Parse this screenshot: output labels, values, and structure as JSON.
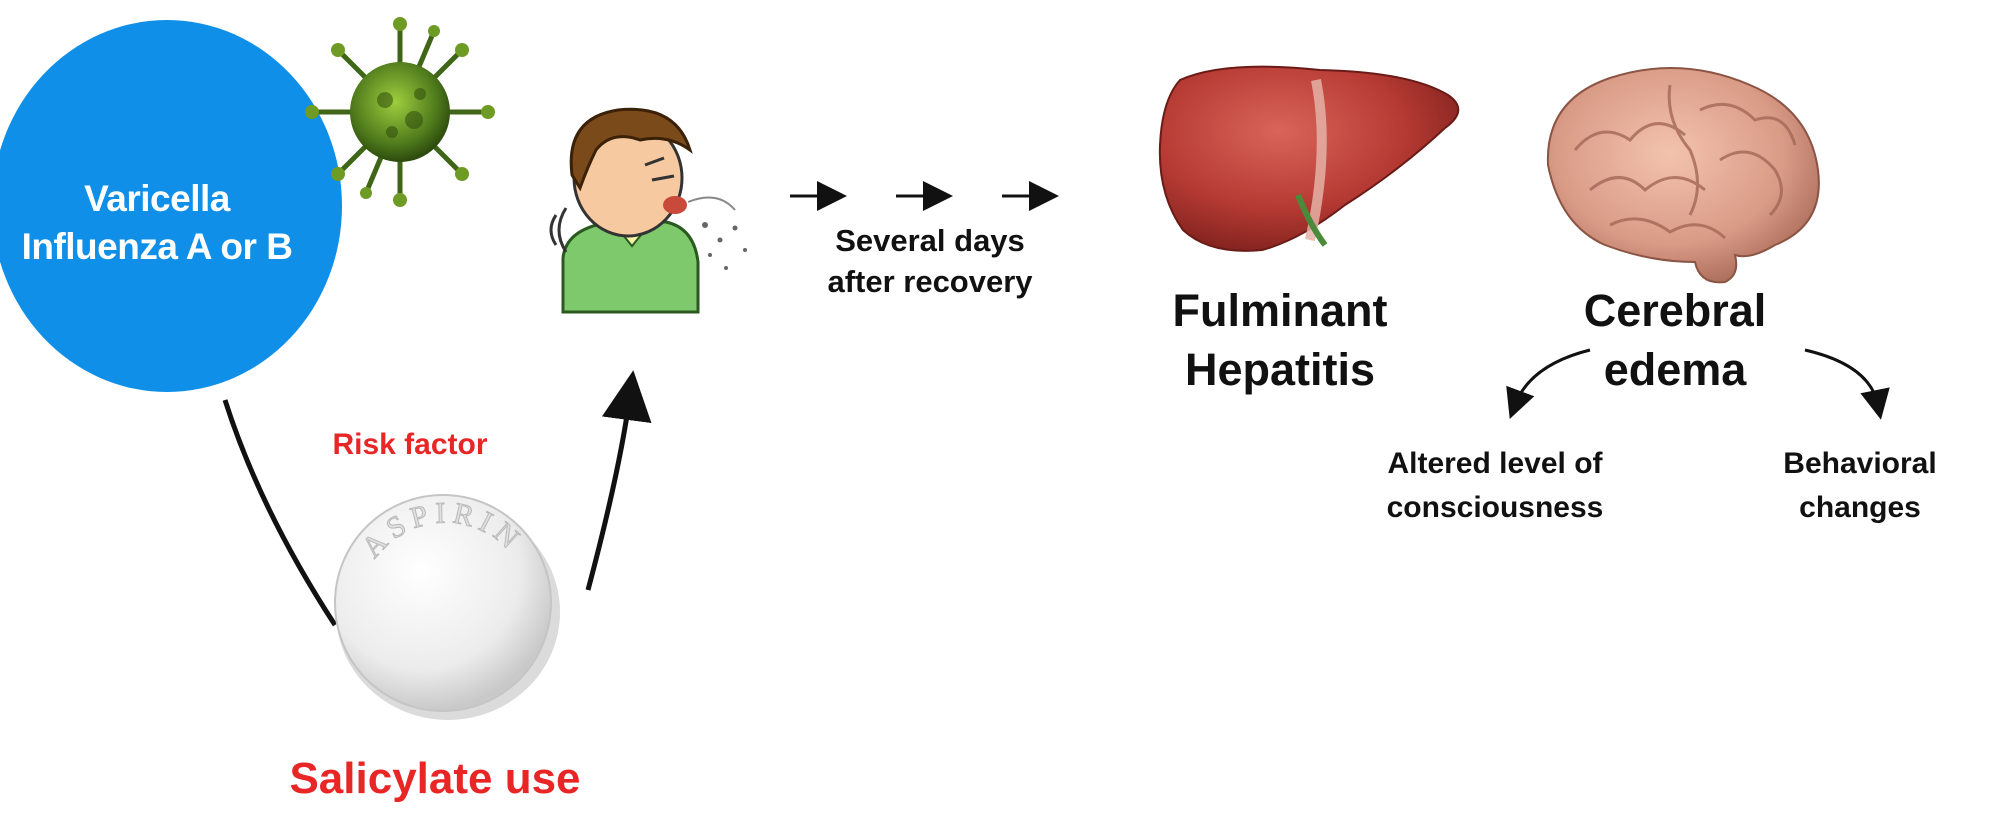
{
  "virus_circle": {
    "line1": "Varicella",
    "line2": "Influenza A or B",
    "color": "#0f8fe8"
  },
  "arrow_glyph": "→",
  "timeline": {
    "line1": "Several days",
    "line2": "after recovery"
  },
  "organs": {
    "liver": {
      "line1": "Fulminant",
      "line2": "Hepatitis"
    },
    "brain": {
      "line1": "Cerebral",
      "line2": "edema"
    }
  },
  "brain_effects": [
    {
      "line1": "Altered level of",
      "line2": "consciousness"
    },
    {
      "line1": "Behavioral",
      "line2": "changes"
    }
  ],
  "risk": {
    "label": "Risk factor",
    "cause": "Salicylate use",
    "pill_text": "ASPIRIN",
    "color": "#e82626"
  },
  "icons": [
    "virus-icon",
    "sick-boy-icon",
    "liver-icon",
    "brain-icon",
    "aspirin-pill-icon"
  ]
}
